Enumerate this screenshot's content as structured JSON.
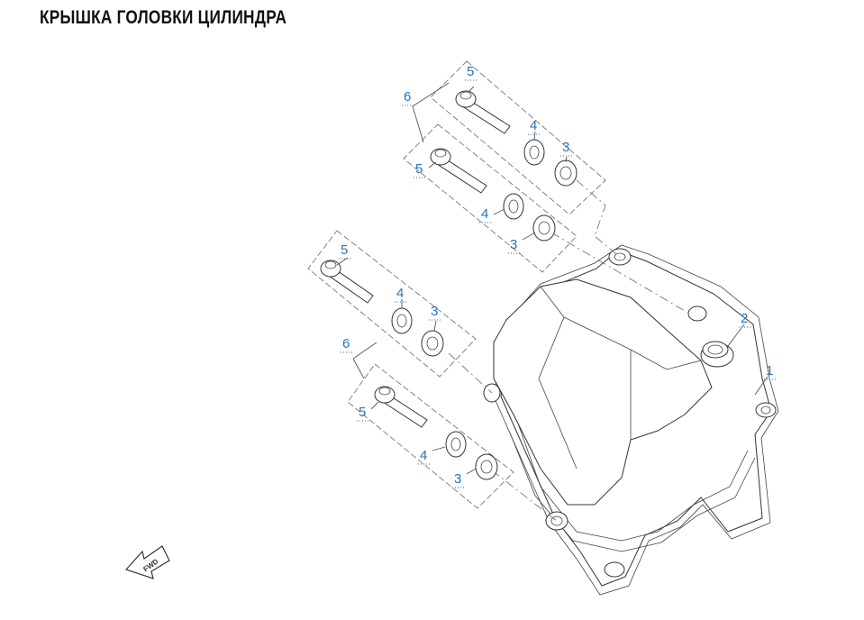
{
  "title": "КРЫШКА ГОЛОВКИ ЦИЛИНДРА",
  "fwd_label": "FWD",
  "callouts": [
    {
      "label": "1"
    },
    {
      "label": "2"
    },
    {
      "label": "3"
    },
    {
      "label": "3"
    },
    {
      "label": "3"
    },
    {
      "label": "3"
    },
    {
      "label": "4"
    },
    {
      "label": "4"
    },
    {
      "label": "4"
    },
    {
      "label": "4"
    },
    {
      "label": "5"
    },
    {
      "label": "5"
    },
    {
      "label": "5"
    },
    {
      "label": "5"
    },
    {
      "label": "6"
    },
    {
      "label": "6"
    }
  ],
  "colors": {
    "callout": "#2a73b8",
    "line": "#333333",
    "title": "#111111"
  }
}
